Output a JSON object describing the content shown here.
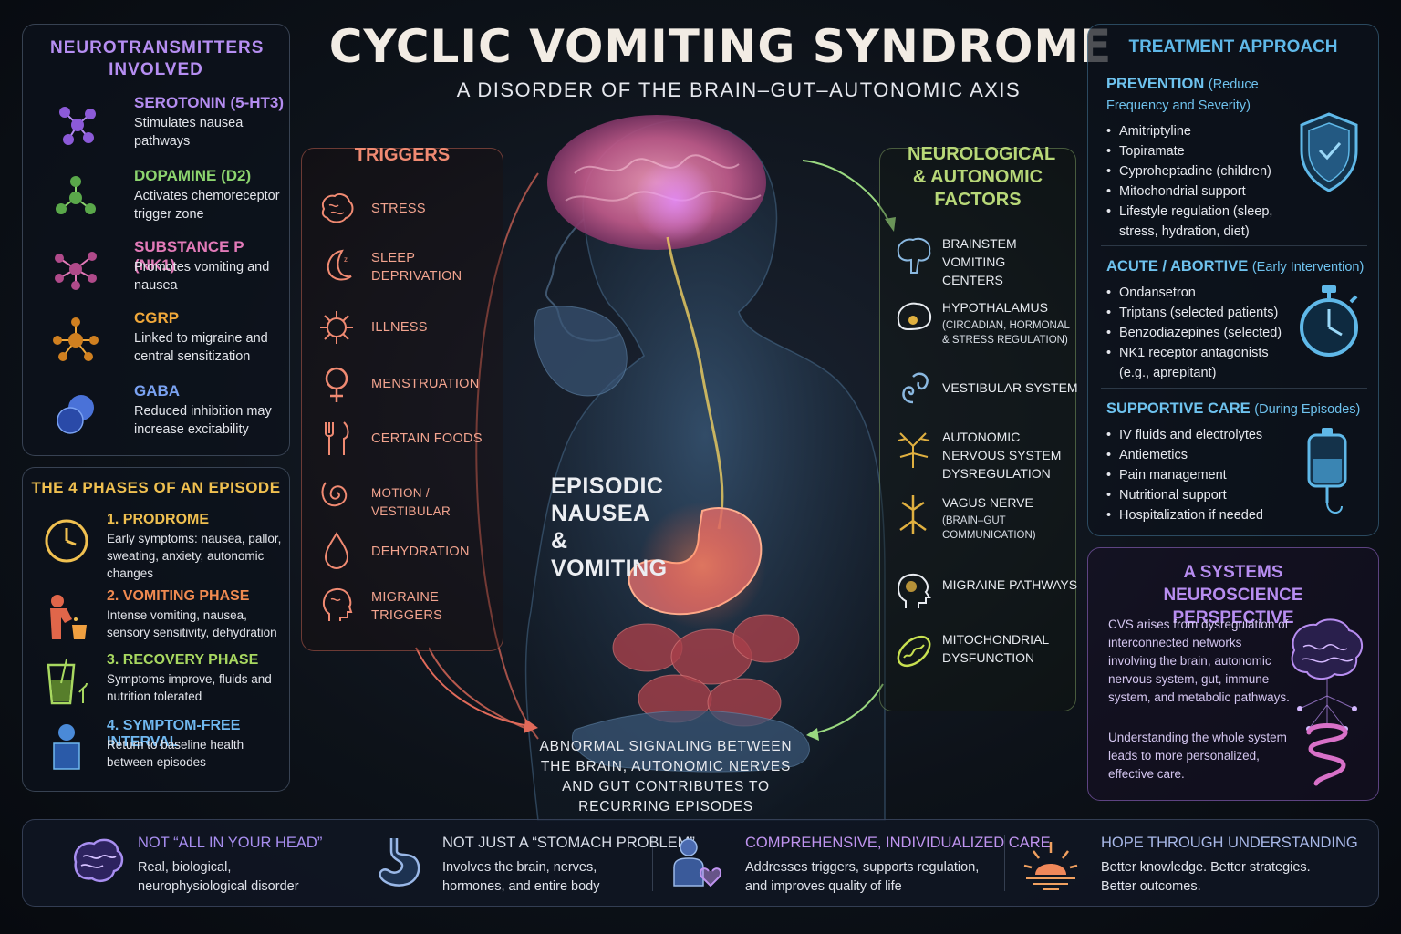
{
  "title": "CYCLIC VOMITING SYNDROME",
  "subtitle": "A DISORDER OF THE BRAIN–GUT–AUTONOMIC AXIS",
  "neurotransmitters": {
    "heading": "NEUROTRANSMITTERS INVOLVED",
    "items": [
      {
        "name": "SEROTONIN (5-HT3)",
        "desc": "Stimulates nausea pathways",
        "color": "#b48cf0",
        "icon": "molecule-icon"
      },
      {
        "name": "DOPAMINE (D2)",
        "desc": "Activates chemoreceptor trigger zone",
        "color": "#8cd46e",
        "icon": "molecule-icon"
      },
      {
        "name": "SUBSTANCE P (NK1)",
        "desc": "Promotes vomiting and nausea",
        "color": "#e27ab8",
        "icon": "molecule-icon"
      },
      {
        "name": "CGRP",
        "desc": "Linked to migraine and central sensitization",
        "color": "#f0a83a",
        "icon": "molecule-icon"
      },
      {
        "name": "GABA",
        "desc": "Reduced inhibition may increase excitability",
        "color": "#7aa2f2",
        "icon": "sphere-icon"
      }
    ]
  },
  "phases": {
    "heading": "THE 4 PHASES OF AN EPISODE",
    "items": [
      {
        "name": "1. PRODROME",
        "desc": "Early symptoms: nausea, pallor, sweating, anxiety, autonomic changes",
        "color": "#f0c050",
        "icon": "clock-icon"
      },
      {
        "name": "2. VOMITING PHASE",
        "desc": "Intense vomiting, nausea, sensory sensitivity, dehydration",
        "color": "#f08a50",
        "icon": "vomiting-person-icon"
      },
      {
        "name": "3. RECOVERY PHASE",
        "desc": "Symptoms improve, fluids and nutrition tolerated",
        "color": "#a8d860",
        "icon": "glass-icon"
      },
      {
        "name": "4. SYMPTOM-FREE INTERVAL",
        "desc": "Return to baseline health between episodes",
        "color": "#70b8f0",
        "icon": "person-icon"
      }
    ]
  },
  "triggers": {
    "heading": "TRIGGERS",
    "items": [
      {
        "label": "STRESS",
        "icon": "brain-icon"
      },
      {
        "label": "SLEEP DEPRIVATION",
        "icon": "moon-icon"
      },
      {
        "label": "ILLNESS",
        "icon": "virus-icon"
      },
      {
        "label": "MENSTRUATION",
        "icon": "female-symbol-icon"
      },
      {
        "label": "CERTAIN FOODS",
        "icon": "fork-knife-icon"
      },
      {
        "label": "MOTION / VESTIBULAR",
        "icon": "spiral-icon"
      },
      {
        "label": "DEHYDRATION",
        "icon": "droplet-icon"
      },
      {
        "label": "MIGRAINE TRIGGERS",
        "icon": "head-icon"
      }
    ]
  },
  "neuro_factors": {
    "heading": "NEUROLOGICAL & AUTONOMIC FACTORS",
    "items": [
      {
        "name": "BRAINSTEM VOMITING CENTERS",
        "sub": "",
        "icon": "brainstem-icon"
      },
      {
        "name": "HYPOTHALAMUS",
        "sub": "(CIRCADIAN, HORMONAL & STRESS REGULATION)",
        "icon": "hypothalamus-icon"
      },
      {
        "name": "VESTIBULAR SYSTEM",
        "sub": "",
        "icon": "inner-ear-icon"
      },
      {
        "name": "AUTONOMIC NERVOUS SYSTEM DYSREGULATION",
        "sub": "",
        "icon": "nerve-icon"
      },
      {
        "name": "VAGUS NERVE",
        "sub": "(BRAIN–GUT COMMUNICATION)",
        "icon": "vagus-nerve-icon"
      },
      {
        "name": "MIGRAINE PATHWAYS",
        "sub": "",
        "icon": "migraine-head-icon"
      },
      {
        "name": "MITOCHONDRIAL DYSFUNCTION",
        "sub": "",
        "icon": "mitochondria-icon"
      }
    ]
  },
  "treatment": {
    "heading": "TREATMENT APPROACH",
    "sections": [
      {
        "title": "PREVENTION",
        "note": "(Reduce Frequency and Severity)",
        "icon": "shield-icon",
        "items": [
          "Amitriptyline",
          "Topiramate",
          "Cyproheptadine (children)",
          "Mitochondrial support",
          "Lifestyle regulation (sleep, stress, hydration, diet)"
        ]
      },
      {
        "title": "ACUTE / ABORTIVE",
        "note": "(Early Intervention)",
        "icon": "stopwatch-icon",
        "items": [
          "Ondansetron",
          "Triptans (selected patients)",
          "Benzodiazepines (selected)",
          "NK1 receptor antagonists (e.g., aprepitant)"
        ]
      },
      {
        "title": "SUPPORTIVE CARE",
        "note": "(During Episodes)",
        "icon": "iv-bag-icon",
        "items": [
          "IV fluids and electrolytes",
          "Antiemetics",
          "Pain management",
          "Nutritional support",
          "Hospitalization if needed"
        ]
      }
    ]
  },
  "systems": {
    "heading": "A SYSTEMS NEUROSCIENCE PERSPECTIVE",
    "p1": "CVS arises from dysregulation of interconnected networks involving the brain, autonomic nervous system, gut, immune system, and metabolic pathways.",
    "p2": "Understanding the whole system leads to more personalized, effective care."
  },
  "center": {
    "label": "EPISODIC NAUSEA & VOMITING",
    "caption": "ABNORMAL SIGNALING BETWEEN THE BRAIN, AUTONOMIC NERVES AND GUT CONTRIBUTES TO RECURRING EPISODES"
  },
  "bottom": [
    {
      "title": "NOT “ALL IN YOUR HEAD”",
      "desc": [
        "Real, biological,",
        "neurophysiological disorder"
      ],
      "color": "#a88ef0",
      "icon": "brain-icon"
    },
    {
      "title": "NOT JUST A “STOMACH PROBLEM”",
      "desc": [
        "Involves the brain, nerves,",
        "hormones, and entire body"
      ],
      "color": "#d8dde8",
      "icon": "stomach-icon"
    },
    {
      "title": "COMPREHENSIVE, INDIVIDUALIZED CARE",
      "desc": [
        "Addresses triggers, supports regulation,",
        "and improves quality of life"
      ],
      "color": "#c094f0",
      "icon": "person-heart-icon"
    },
    {
      "title": "HOPE THROUGH UNDERSTANDING",
      "desc": [
        "Better knowledge. Better strategies.",
        "Better outcomes."
      ],
      "color": "#a8b8e8",
      "icon": "sunrise-icon"
    }
  ],
  "colors": {
    "background": "#0d1219",
    "nt_heading": "#b68ef2",
    "phase_heading": "#f0c050",
    "triggers": "#f08a72",
    "neuro": "#b8d878",
    "treatment": "#5fb8e8",
    "systems": "#b78df0"
  }
}
